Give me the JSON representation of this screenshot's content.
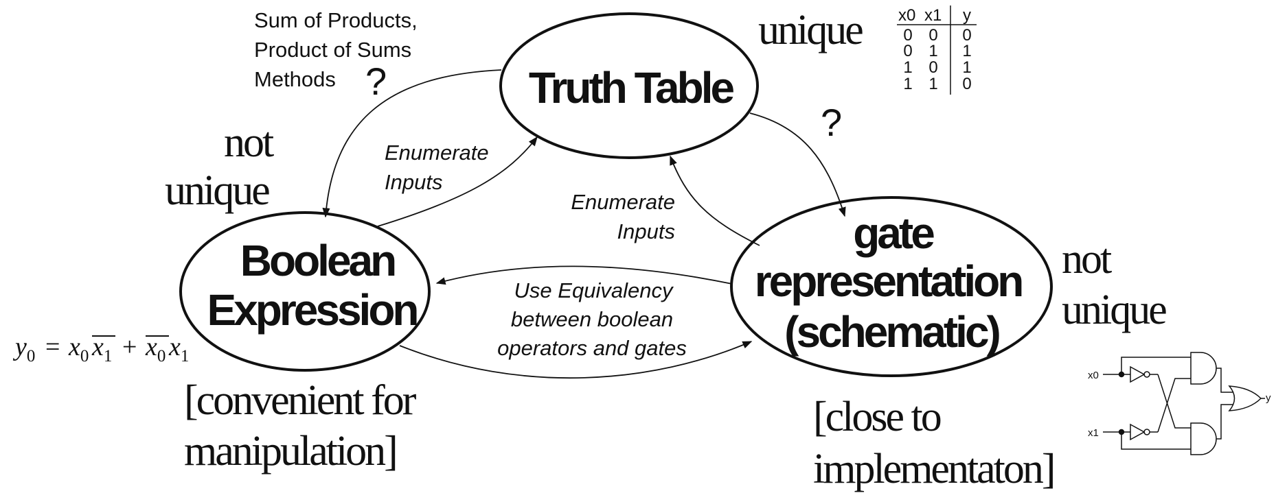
{
  "nodes": {
    "truth_table": "Truth Table",
    "boolean_line1": "Boolean",
    "boolean_line2": "Expression",
    "gate_line1": "gate",
    "gate_line2": "representation",
    "gate_line3": "(schematic)"
  },
  "edge_labels": {
    "sop_line1": "Sum of Products,",
    "sop_line2": "Product of Sums",
    "sop_line3": "Methods",
    "question_left": "?",
    "question_right": "?",
    "enumerate_left_1": "Enumerate",
    "enumerate_left_2": "Inputs",
    "enumerate_right_1": "Enumerate",
    "enumerate_right_2": "Inputs",
    "equiv_line1": "Use Equivalency",
    "equiv_line2": "between boolean",
    "equiv_line3": "operators and gates"
  },
  "annotations": {
    "unique": "unique",
    "not_left": "not",
    "unique_left": "unique",
    "not_right": "not",
    "unique_right": "unique",
    "convenient_line1": "[convenient for",
    "convenient_line2": "manipulation]",
    "close_line1": "[close to",
    "close_line2": "implementaton]"
  },
  "equation": {
    "y": "y",
    "y_sub": "0",
    "equals": "=",
    "x": "x",
    "sub0": "0",
    "sub1": "1",
    "plus": "+"
  },
  "truth_table": {
    "headers": [
      "x0",
      "x1",
      "y"
    ],
    "rows": [
      [
        "0",
        "0",
        "0"
      ],
      [
        "0",
        "1",
        "1"
      ],
      [
        "1",
        "0",
        "1"
      ],
      [
        "1",
        "1",
        "0"
      ]
    ]
  },
  "schematic": {
    "input_a": "x0",
    "input_b": "x1",
    "output": "y"
  }
}
